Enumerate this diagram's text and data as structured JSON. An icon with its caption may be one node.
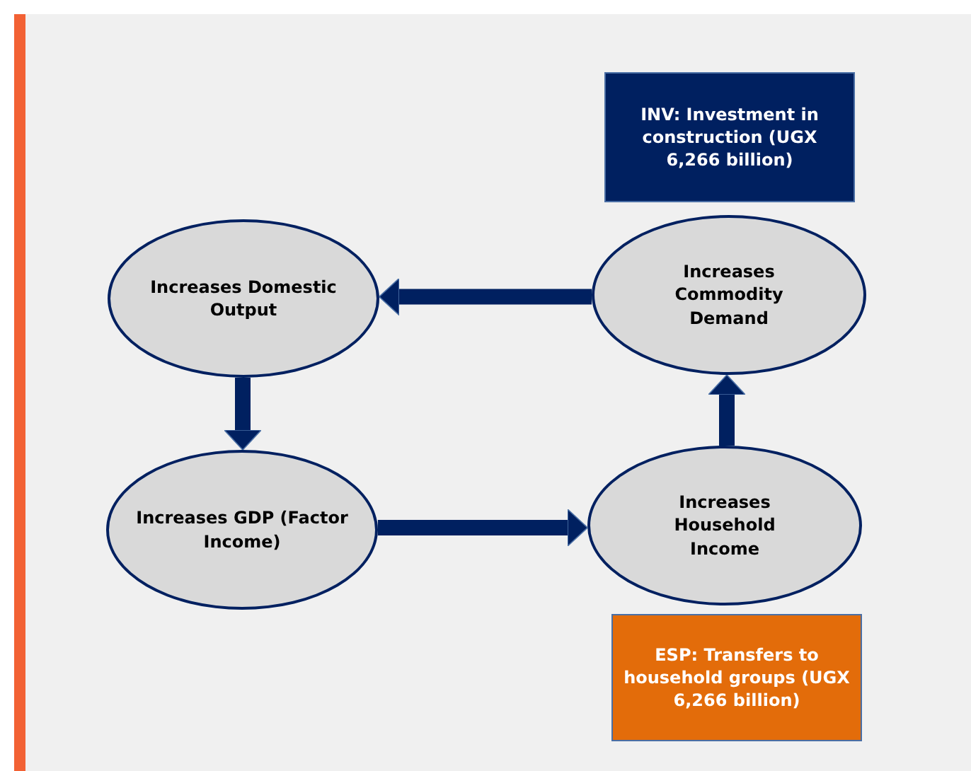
{
  "diagram": {
    "nodes": [
      {
        "text": [
          "INV: Investment in construction (UGX 6,266 billion)"
        ]
      },
      {
        "text": [
          "Increases Commodity Demand"
        ]
      },
      {
        "text": [
          "Increases Domestic Output"
        ]
      },
      {
        "text": [
          "Increases GDP (Factor Income)"
        ]
      },
      {
        "text": [
          "Increases Household Income"
        ]
      },
      {
        "text": [
          "ESP: Transfers to household groups (UGX 6,266 billion)"
        ]
      }
    ],
    "edges": [
      {
        "from": 1,
        "to": 2,
        "arrow": "to"
      },
      {
        "from": 2,
        "to": 3,
        "arrow": "to"
      },
      {
        "from": 3,
        "to": 4,
        "arrow": "to"
      },
      {
        "from": 4,
        "to": 1,
        "arrow": "to"
      }
    ]
  }
}
